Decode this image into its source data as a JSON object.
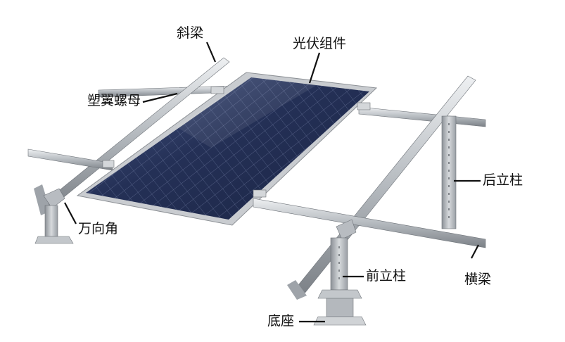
{
  "labels": {
    "diagonal_beam": "斜梁",
    "pv_module": "光伏组件",
    "plastic_wing_nut": "塑翼螺母",
    "rear_column": "后立柱",
    "universal_angle": "万向角",
    "front_column": "前立柱",
    "cross_beam": "横梁",
    "base": "底座"
  },
  "colors": {
    "rail": "#a9aeb3",
    "rail_light": "#e4e7ea",
    "rail_dark": "#6e7379",
    "panel": "#2c3b66",
    "panel_frame": "#c9ccd0",
    "leader": "#111111"
  }
}
